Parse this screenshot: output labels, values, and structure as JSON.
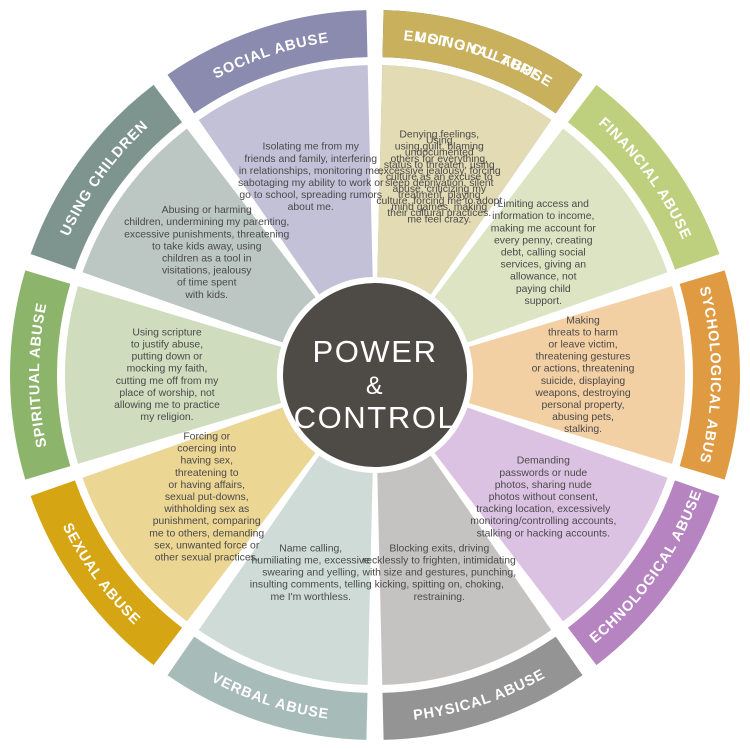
{
  "diagram": {
    "title": "Power & Control Wheel",
    "hub": {
      "line1": "POWER",
      "amp": "&",
      "line2": "CONTROL",
      "color": "#4e4a45"
    },
    "background": "#ffffff",
    "text_color": "#4a4a4a",
    "segments": [
      {
        "id": "emotional-abuse",
        "label": "EMOTIONAL ABUSE",
        "ring_color": "#4c7282",
        "wedge_color": "#93a9b2",
        "start_deg": -90,
        "end_deg": -54,
        "lines": [
          "Denying feelings,",
          "using guilt, blaming",
          "others for everything,",
          "excessive jealousy, forcing",
          "sleep deprivation, silent",
          "treatment, playing",
          "mind games, making",
          "me feel crazy."
        ]
      },
      {
        "id": "financial-abuse",
        "label": "FINANCIAL ABUSE",
        "ring_color": "#bed07e",
        "wedge_color": "#dde4c3",
        "start_deg": -54,
        "end_deg": -18,
        "lines": [
          "Limiting access and",
          "information to income,",
          "making me account for",
          "every penny, creating",
          "debt, calling social",
          "services, giving an",
          "allowance, not",
          "paying child",
          "support."
        ]
      },
      {
        "id": "psychological-abuse",
        "label": "PSYCHOLOGICAL ABUSE",
        "ring_color": "#e09a41",
        "wedge_color": "#f3cfa4",
        "start_deg": -18,
        "end_deg": 18,
        "lines": [
          "Making",
          "threats to harm",
          "or leave victim,",
          "threatening gestures",
          "or actions, threatening",
          "suicide, displaying",
          "weapons, destroying",
          "personal property,",
          "abusing pets,",
          "stalking."
        ]
      },
      {
        "id": "technological-abuse",
        "label": "TECHNOLOGICAL ABUSE",
        "ring_color": "#b684c0",
        "wedge_color": "#dcc2e2",
        "start_deg": 18,
        "end_deg": 54,
        "lines": [
          "Demanding",
          "passwords or nude",
          "photos, sharing nude",
          "photos without consent,",
          "tracking location, excessively",
          "monitoring/controlling accounts,",
          "stalking or hacking accounts."
        ]
      },
      {
        "id": "physical-abuse",
        "label": "PHYSICAL ABUSE",
        "ring_color": "#949494",
        "wedge_color": "#c5c2c2",
        "start_deg": 54,
        "end_deg": 90,
        "lines": [
          "Blocking exits, driving",
          "recklessly to frighten, intimidating",
          "with size and gestures, punching,",
          "kicking, spitting on, choking,",
          "restraining."
        ]
      },
      {
        "id": "verbal-abuse",
        "label": "VERBAL ABUSE",
        "ring_color": "#a7bcb8",
        "wedge_color": "#cfdbd6",
        "start_deg": 90,
        "end_deg": 126,
        "lines": [
          "Name calling,",
          "humiliating me, excessive",
          "swearing and yelling,",
          "insulting comments, telling",
          "me I'm worthless."
        ]
      },
      {
        "id": "sexual-abuse",
        "label": "SEXUAL ABUSE",
        "ring_color": "#d6a513",
        "wedge_color": "#ecd694",
        "start_deg": 126,
        "end_deg": 162,
        "lines": [
          "Forcing or",
          "coercing into",
          "having sex,",
          "threatening to",
          "or having affairs,",
          "sexual put-downs,",
          "withholding sex as",
          "punishment, comparing",
          "me to others, demanding",
          "sex, unwanted force or",
          "other sexual practices."
        ]
      },
      {
        "id": "spiritual-abuse",
        "label": "SPIRITUAL ABUSE",
        "ring_color": "#8cb46a",
        "wedge_color": "#cfdcbe",
        "start_deg": 162,
        "end_deg": 198,
        "lines": [
          "Using scripture",
          "to justify abuse,",
          "putting down or",
          "mocking my faith,",
          "cutting me off from my",
          "place of worship, not",
          "allowing me to practice",
          "my religion."
        ]
      },
      {
        "id": "using-children",
        "label": "USING CHILDREN",
        "ring_color": "#7e948f",
        "wedge_color": "#bcc6c2",
        "start_deg": 198,
        "end_deg": 234,
        "lines": [
          "Abusing or harming",
          "children, undermining my parenting,",
          "excessive punishments, threatening",
          "to take kids away, using",
          "children as a tool in",
          "visitations, jealousy",
          "of time spent",
          "with kids."
        ]
      },
      {
        "id": "social-abuse",
        "label": "SOCIAL ABUSE",
        "ring_color": "#8b8bb0",
        "wedge_color": "#c2c1d8",
        "start_deg": 234,
        "end_deg": 270,
        "lines": [
          "Isolating me from my",
          "friends and family, interfering",
          "in relationships, monitoring me,",
          "sabotaging my ability to work or",
          "go to school, spreading rumors",
          "about me."
        ]
      },
      {
        "id": "using-culture",
        "label": "USING CULTURE",
        "ring_color": "#c8b05c",
        "wedge_color": "#e3dbb4",
        "start_deg": 270,
        "end_deg": 306,
        "lines": [
          "Using",
          "undocumented",
          "status to threaten, using",
          "culture as an excuse to",
          "abuse, criticizing my",
          "culture, forcing me to adopt",
          "their cultural practices."
        ]
      }
    ]
  }
}
